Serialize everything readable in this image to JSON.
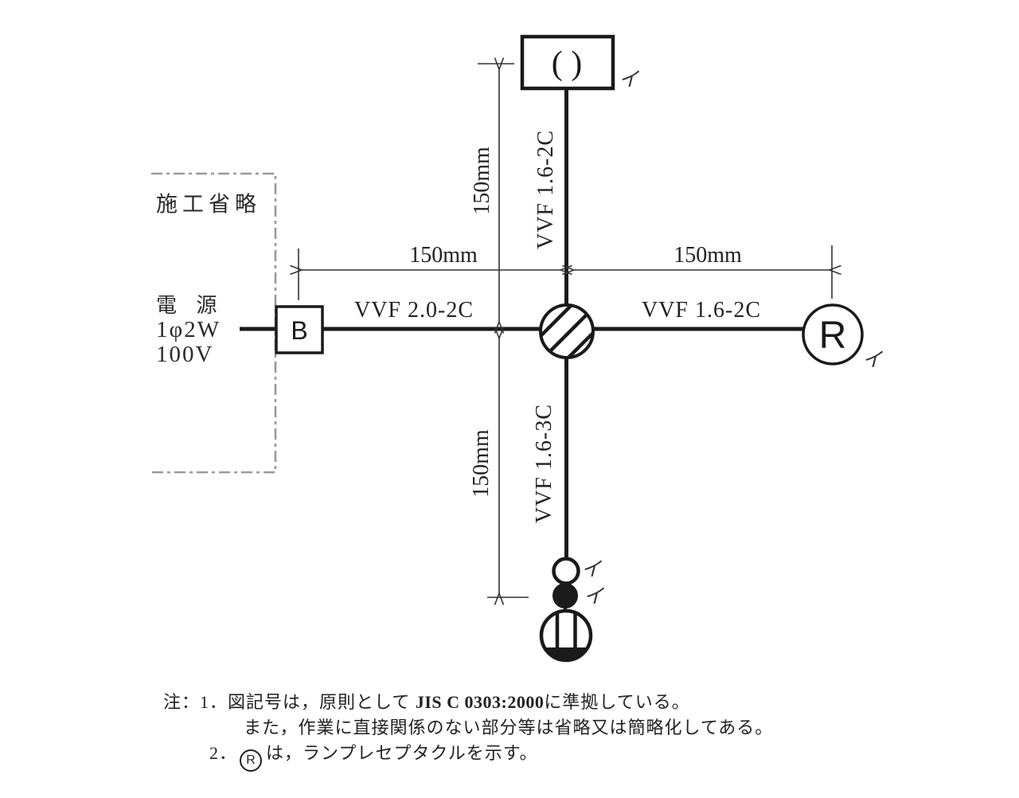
{
  "diagram": {
    "omission_label": "施工省略",
    "power": {
      "line1": "電 源",
      "line2": "1φ2W",
      "line3": "100V"
    },
    "breaker_label": "B",
    "receptacle_label": "R",
    "ceiling_fixture_symbol": "( )",
    "cables": {
      "left": "VVF 2.0-2C",
      "right": "VVF 1.6-2C",
      "top": "VVF 1.6-2C",
      "bottom": "VVF 1.6-3C"
    },
    "dimensions": {
      "left": "150mm",
      "right": "150mm",
      "top": "150mm",
      "bottom": "150mm"
    },
    "marks": {
      "ceiling": "イ",
      "receptacle": "イ",
      "pilot_lamp": "イ",
      "switch": "イ"
    }
  },
  "notes": {
    "line1_prefix": "注：1．図記号は，原則として ",
    "line1_standard": "JIS C 0303:2000",
    "line1_suffix": "に準拠している。",
    "line2": "また，作業に直接関係のない部分等は省略又は簡略化してある。",
    "line3_number": "2．",
    "line3_symbol": "R",
    "line3_text": "は，ランプレセプタクルを示す。"
  },
  "colors": {
    "line": "#1a1a1a",
    "dimension": "#333333",
    "omission_border": "#999999",
    "background": "#ffffff"
  }
}
